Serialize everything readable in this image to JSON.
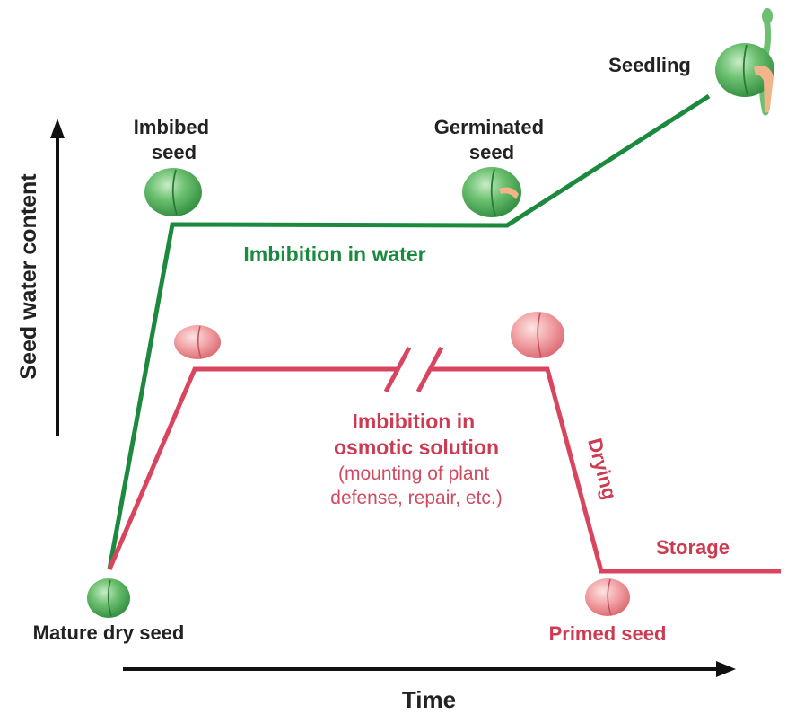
{
  "axes": {
    "y_label": "Seed water content",
    "x_label": "Time"
  },
  "labels": {
    "imbibed_seed": [
      "Imbibed",
      "seed"
    ],
    "germinated_seed": [
      "Germinated",
      "seed"
    ],
    "seedling": "Seedling",
    "imbibition_water": "Imbibition in water",
    "imbibition_osmotic": [
      "Imbibition in",
      "osmotic solution"
    ],
    "osmotic_note": [
      "(mounting of plant",
      "defense, repair, etc.)"
    ],
    "drying": "Drying",
    "storage": "Storage",
    "mature_dry_seed": "Mature dry seed",
    "primed_seed": "Primed seed"
  },
  "colors": {
    "water_line": "#1b8a3f",
    "osmotic_line": "#d9455f",
    "axis": "#111111",
    "seed_green": "#4fae5c",
    "seed_red": "#e9878f"
  },
  "icons": {
    "seed_green": "green-seed-icon",
    "seed_red": "red-seed-icon",
    "seedling": "seedling-icon"
  }
}
